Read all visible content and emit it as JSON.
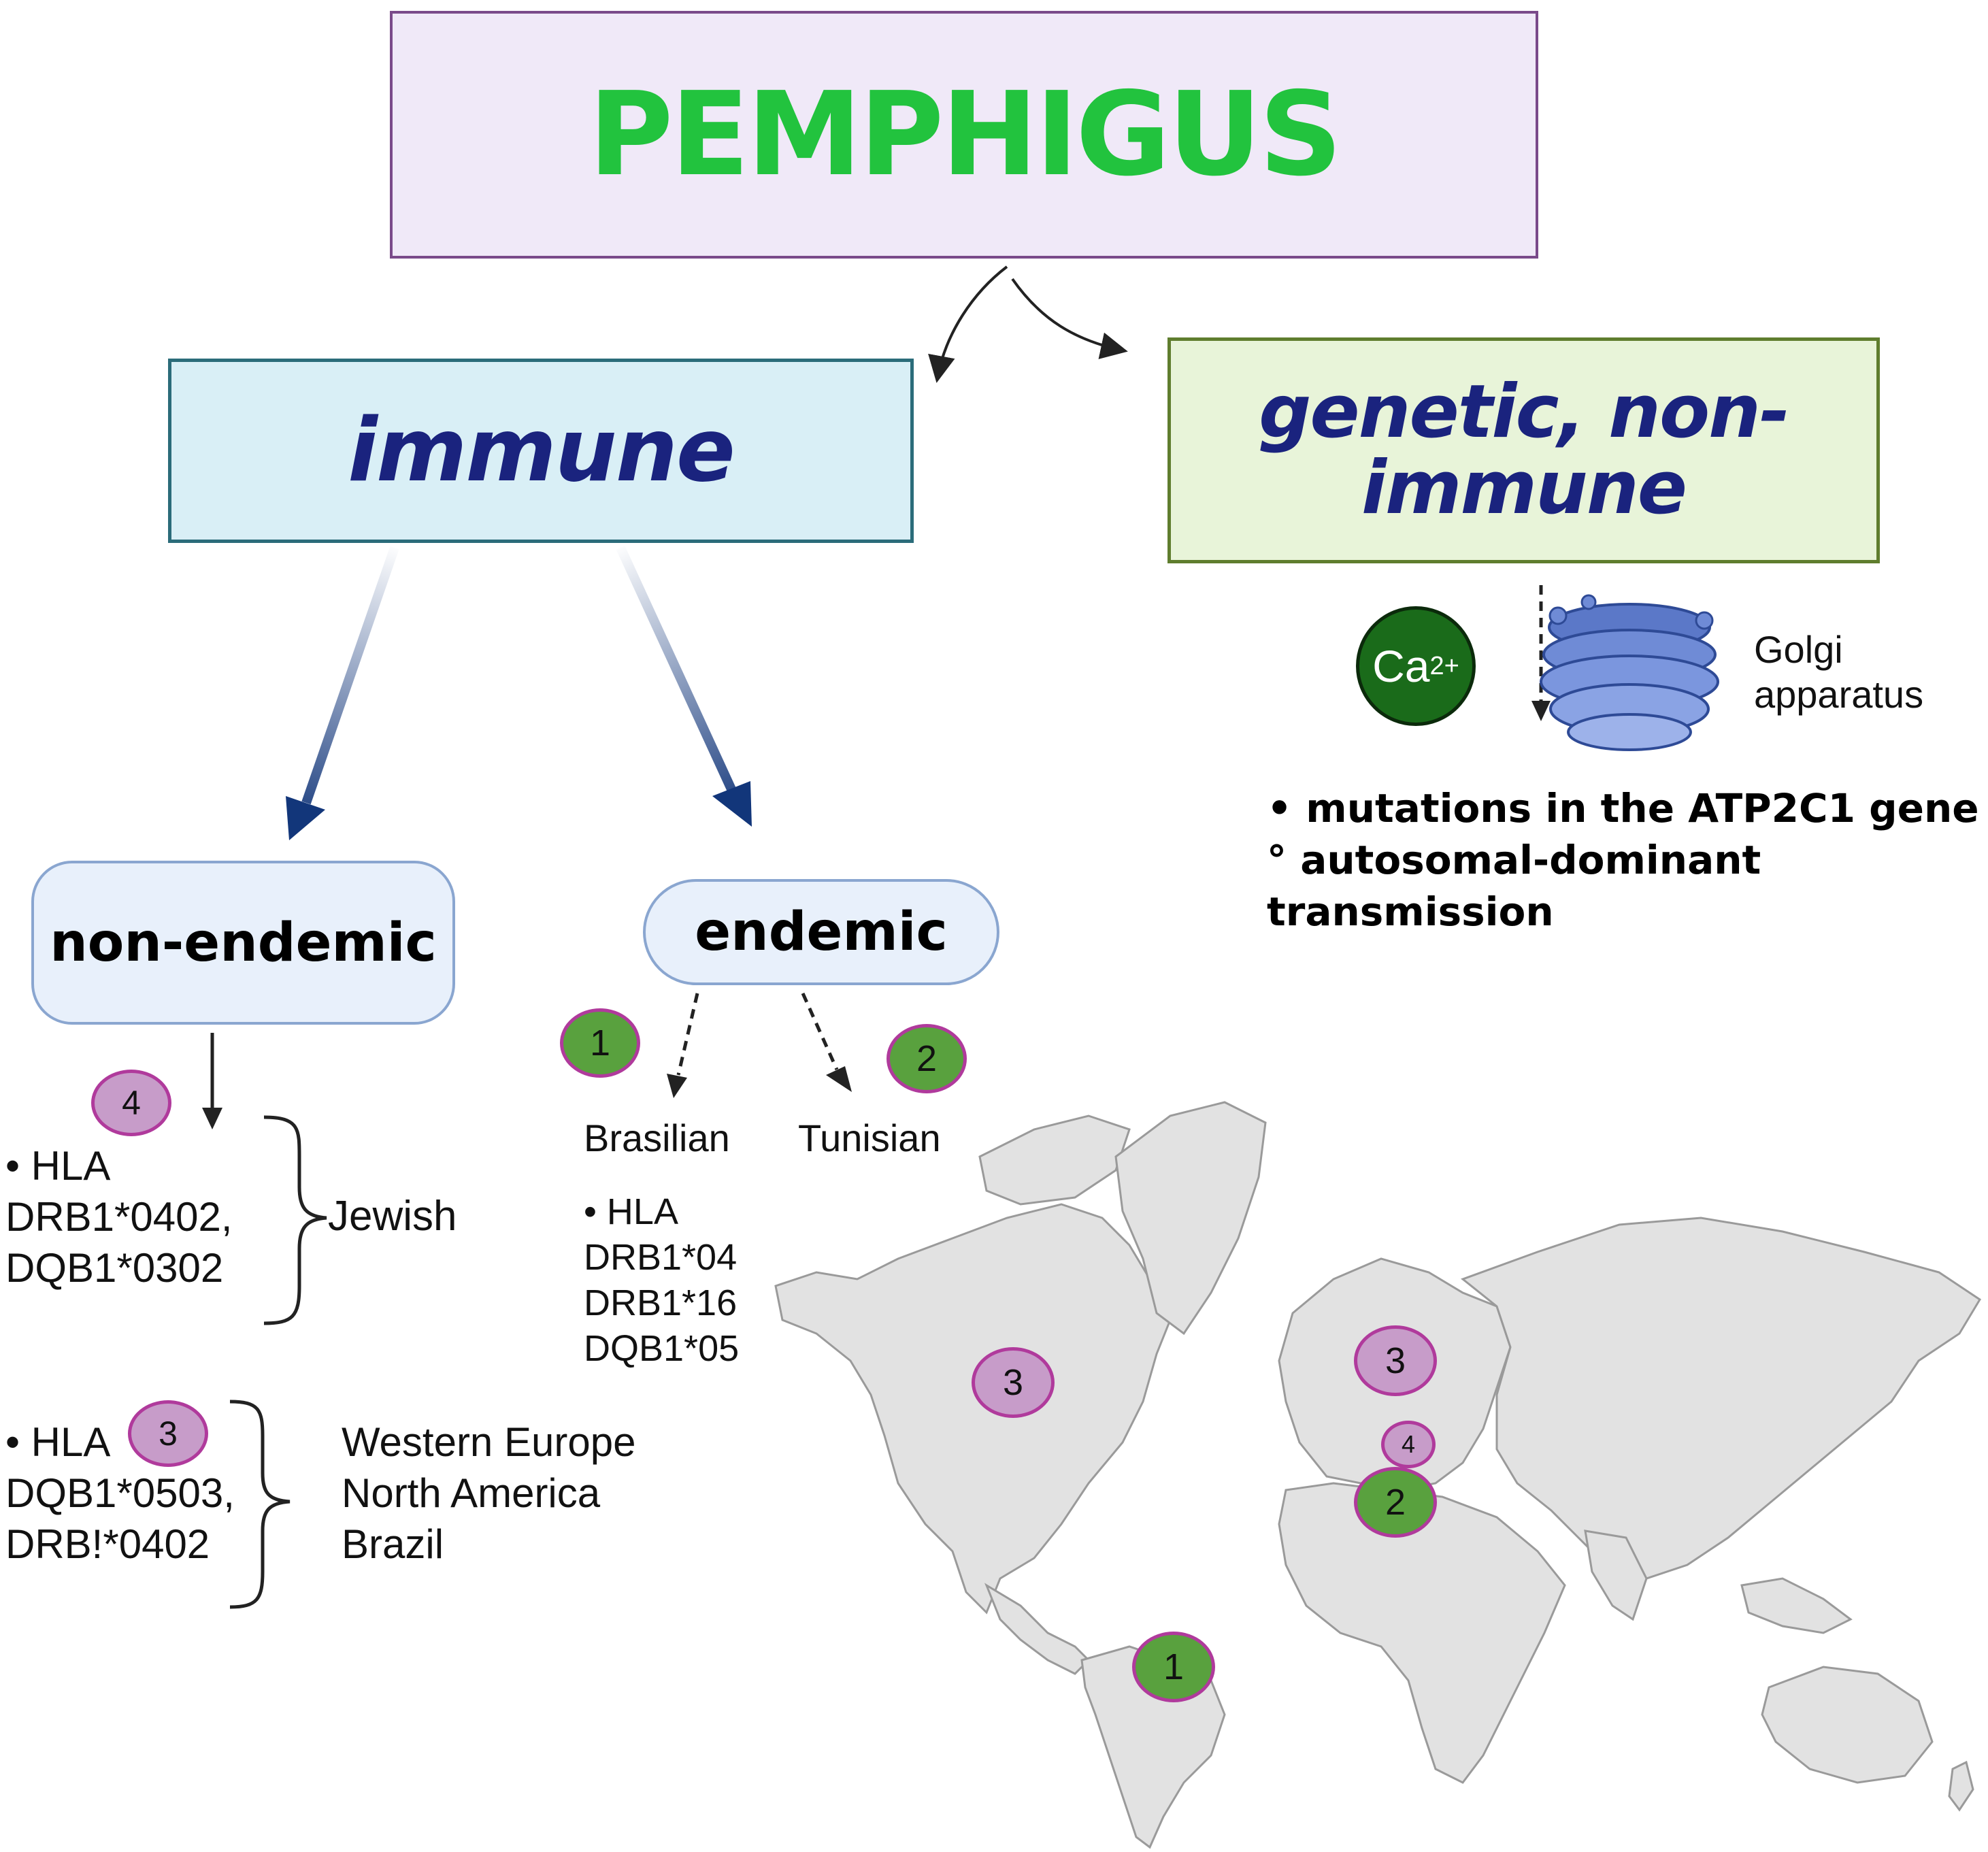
{
  "title": "PEMPHIGUS",
  "branches": {
    "immune": "immune",
    "genetic": "genetic, non-\nimmune"
  },
  "immune_types": {
    "non_endemic": "non-endemic",
    "endemic": "endemic"
  },
  "non_endemic": {
    "group1_text": "• HLA\nDRB1*0402,\nDQB1*0302",
    "group1_badge": "4",
    "group1_population": "Jewish",
    "group2_hla": "• HLA",
    "group2_alleles": "DQB1*0503,\nDRB!*0402",
    "group2_badge": "3",
    "group2_regions": "Western Europe\nNorth America\nBrazil"
  },
  "endemic": {
    "badge1": "1",
    "badge2": "2",
    "type1": "Brasilian",
    "type2": "Tunisian",
    "hla_text": "• HLA\nDRB1*04\nDRB1*16\nDQB1*05"
  },
  "genetic": {
    "ion": "Ca",
    "ion_charge": "2+",
    "organelle": "Golgi\napparatus",
    "features": "• mutations in the ATP2C1 gene\n° autosomal-dominant\ntransmission"
  },
  "map_markers": [
    {
      "label": "3",
      "color": "purple",
      "region": "North America"
    },
    {
      "label": "3",
      "color": "purple",
      "region": "Western Europe"
    },
    {
      "label": "4",
      "color": "purple",
      "region": "Southern Europe"
    },
    {
      "label": "2",
      "color": "green",
      "region": "Tunisia"
    },
    {
      "label": "1",
      "color": "green",
      "region": "Brazil"
    }
  ],
  "colors": {
    "title_green": "#22c33e",
    "title_box_fill": "#f0e9f8",
    "immune_box_fill": "#d9eff6",
    "genetic_box_fill": "#e8f4d9",
    "heading_navy": "#1a237e",
    "badge_purple": "#c79cc9",
    "badge_green": "#59a13e",
    "badge_outline": "#b03a9c",
    "map_land": "#e2e2e2"
  }
}
